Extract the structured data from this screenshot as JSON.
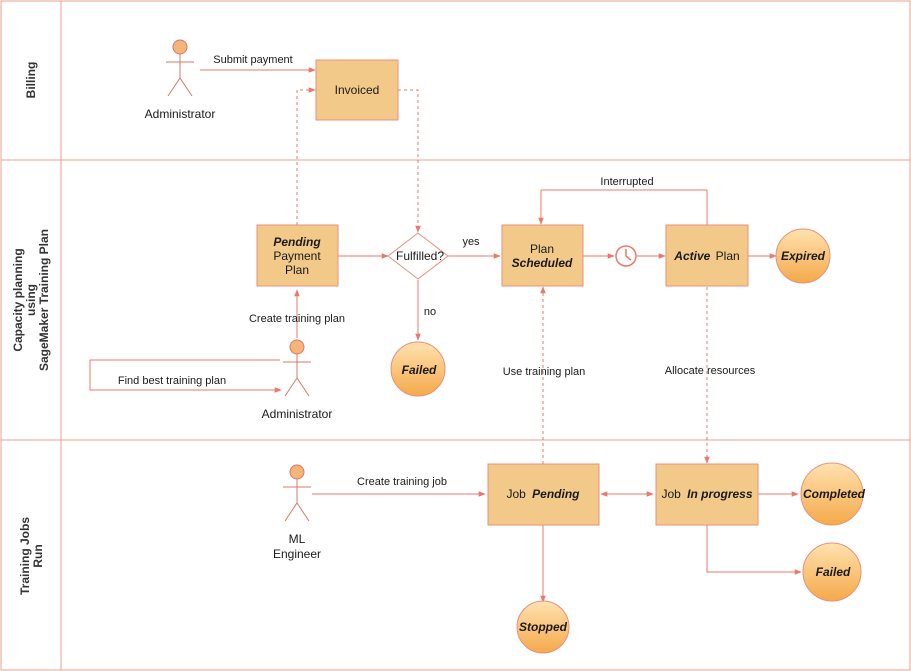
{
  "lanes": {
    "billing": "Billing",
    "capacity": [
      "Capacity planning",
      "using",
      "SageMaker Training Plan"
    ],
    "training": [
      "Training Jobs",
      "Run"
    ]
  },
  "actors": {
    "admin_billing": "Administrator",
    "admin_capacity": "Administrator",
    "ml_engineer": [
      "ML",
      "Engineer"
    ]
  },
  "nodes": {
    "invoiced": "Invoiced",
    "pending_payment": [
      "Pending",
      "Payment",
      "Plan"
    ],
    "fulfilled": "Fulfilled?",
    "failed_plan": "Failed",
    "plan_scheduled": [
      "Plan",
      "Scheduled"
    ],
    "active_plan": [
      "Active",
      "Plan"
    ],
    "expired": "Expired",
    "job_pending": [
      "Job",
      "Pending"
    ],
    "job_in_progress": [
      "Job",
      "In progress"
    ],
    "completed": "Completed",
    "failed_job": "Failed",
    "stopped": "Stopped"
  },
  "edges": {
    "submit_payment": "Submit payment",
    "yes": "yes",
    "no": "no",
    "interrupted": "Interrupted",
    "create_training_plan": "Create training plan",
    "find_best_training_plan": "Find best training plan",
    "use_training_plan": "Use training plan",
    "allocate_resources": "Allocate resources",
    "create_training_job": "Create training job"
  },
  "colors": {
    "box_fill": "#f2c988",
    "stroke": "#e9796b",
    "lane_border": "#e8a090",
    "circle_top": "#ffd9a0",
    "circle_bottom": "#f5a623"
  }
}
